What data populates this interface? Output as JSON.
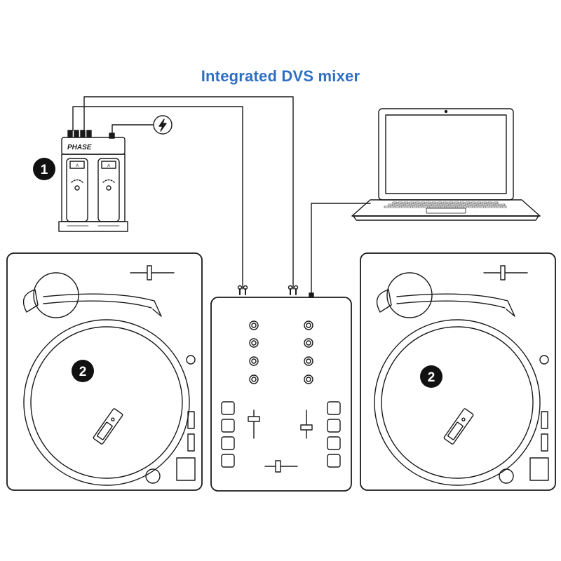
{
  "title": "Integrated DVS mixer",
  "colors": {
    "title": "#2f6fc2",
    "line": "#1a1a1a",
    "badge": "#111111",
    "screen_bg": "#ffffff"
  },
  "phase_unit": {
    "brand": "PHASE",
    "button_label": "A",
    "badge": "1"
  },
  "power_icon": "lightning-bolt-icon",
  "turntables": [
    {
      "badge": "2"
    },
    {
      "badge": "2"
    }
  ]
}
